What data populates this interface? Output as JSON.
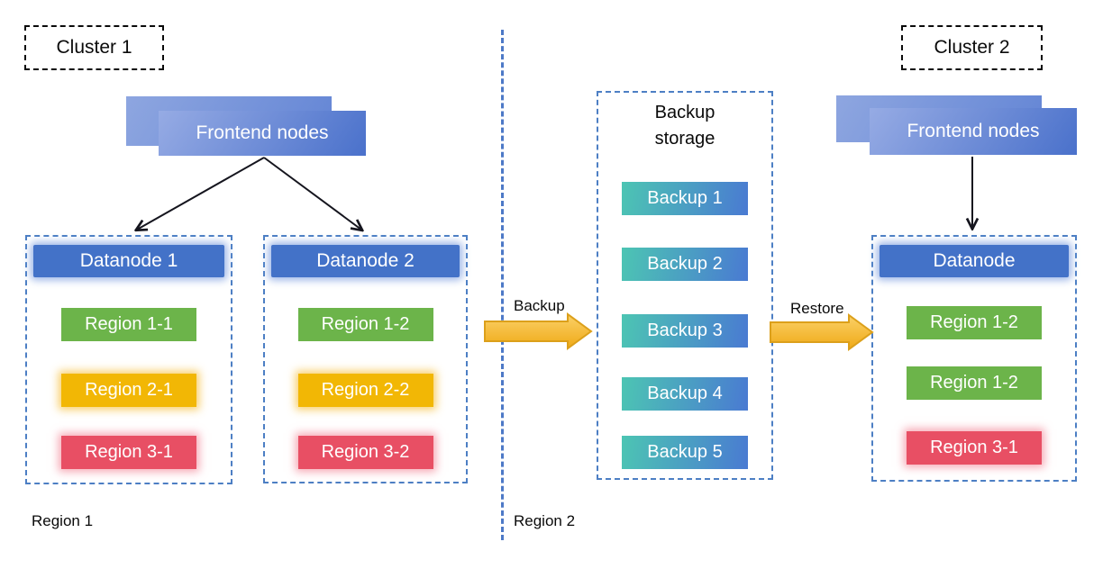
{
  "clusters": [
    {
      "label": "Cluster 1",
      "frontend_label": "Frontend nodes",
      "datanodes": [
        {
          "title": "Datanode 1",
          "regions": [
            {
              "label": "Region 1-1",
              "color": "green"
            },
            {
              "label": "Region 2-1",
              "color": "yellow"
            },
            {
              "label": "Region 3-1",
              "color": "red"
            }
          ]
        },
        {
          "title": "Datanode 2",
          "regions": [
            {
              "label": "Region 1-2",
              "color": "green"
            },
            {
              "label": "Region 2-2",
              "color": "yellow"
            },
            {
              "label": "Region 3-2",
              "color": "red"
            }
          ]
        }
      ]
    },
    {
      "label": "Cluster 2",
      "frontend_label": "Frontend nodes",
      "datanodes": [
        {
          "title": "Datanode",
          "regions": [
            {
              "label": "Region 1-2",
              "color": "green"
            },
            {
              "label": "Region 1-2",
              "color": "green"
            },
            {
              "label": "Region 3-1",
              "color": "red"
            }
          ]
        }
      ]
    }
  ],
  "backup_storage": {
    "title": "Backup storage",
    "items": [
      "Backup 1",
      "Backup 2",
      "Backup 3",
      "Backup 4",
      "Backup 5"
    ]
  },
  "flows": {
    "backup_label": "Backup",
    "restore_label": "Restore"
  },
  "region_labels": {
    "left": "Region 1",
    "right": "Region 2"
  },
  "colors": {
    "datanode_header_blue": "#4372c8",
    "region_green": "#6cb44a",
    "region_yellow": "#f2b705",
    "region_red": "#e84f64",
    "backup_gradient_teal": "#4cc5b3",
    "backup_gradient_blue": "#4a7ad2",
    "frontend_gradient_light": "#96abe4",
    "frontend_gradient_dark": "#4a71cb",
    "container_dash_blue": "#4d7fc4",
    "divider_dash_blue": "#4d79c7",
    "flow_arrow_gold_light": "#fbd168",
    "flow_arrow_gold_dark": "#efa916",
    "flow_arrow_border": "#dca01b",
    "thin_arrow_black": "#15151e",
    "cluster_dash_black": "#0a0a0a"
  }
}
